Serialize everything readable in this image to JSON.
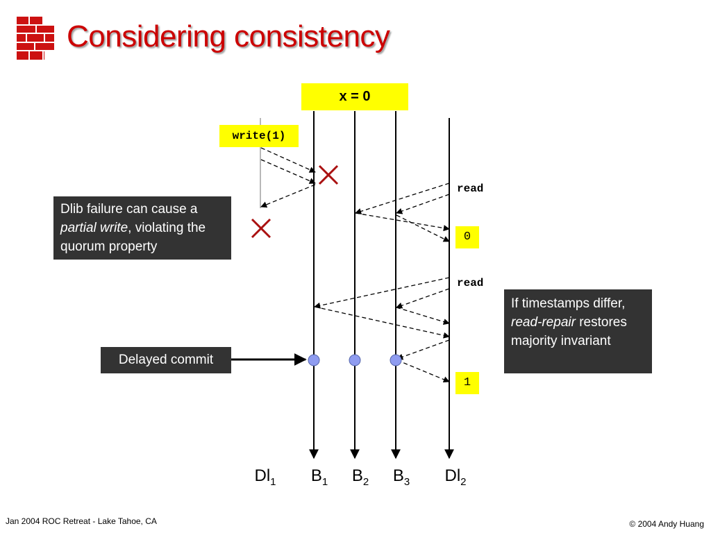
{
  "title": "Considering consistency",
  "initial_state": "x = 0",
  "write_op": "write(1)",
  "read_label_1": "read",
  "read_label_2": "read",
  "read_result_1": "0",
  "read_result_2": "1",
  "notes": {
    "partial_write": {
      "part1": "Dlib failure can cause a ",
      "em": "partial write",
      "part2": ", violating the quorum property"
    },
    "read_repair": {
      "part1": "If timestamps differ, ",
      "em": "read-repair",
      "part2": " restores majority invariant"
    },
    "delayed_commit": "Delayed commit"
  },
  "processes": [
    {
      "base": "Dl",
      "sub": "1"
    },
    {
      "base": "B",
      "sub": "1"
    },
    {
      "base": "B",
      "sub": "2"
    },
    {
      "base": "B",
      "sub": "3"
    },
    {
      "base": "Dl",
      "sub": "2"
    }
  ],
  "footer": {
    "left": "Jan 2004 ROC Retreat - Lake Tahoe, CA",
    "right": "© 2004 Andy Huang"
  },
  "colors": {
    "title": "#cc0000",
    "highlight": "#ffff00",
    "note_bg": "#333333",
    "fail_mark": "#aa1111",
    "commit_dot": "#8f9cf0"
  }
}
